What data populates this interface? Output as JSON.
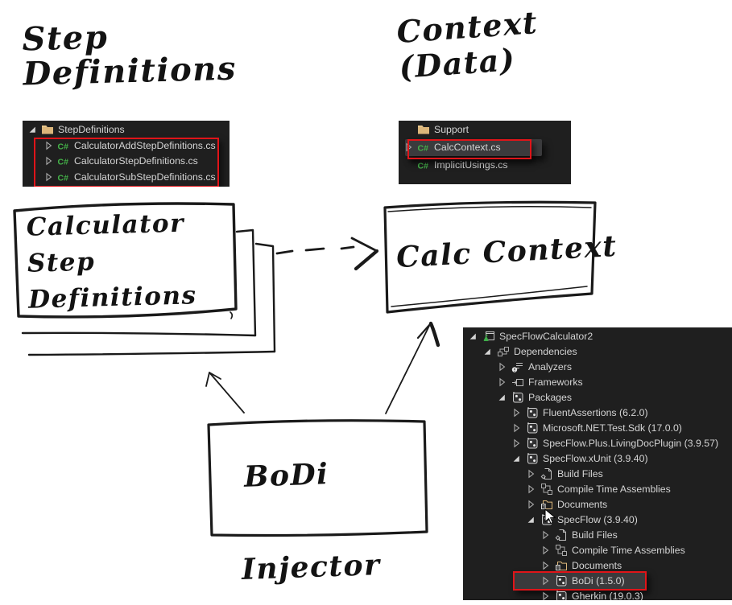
{
  "annotations": {
    "step_definitions_label": {
      "line1": "Step",
      "line2": "Definitions"
    },
    "context_label": {
      "line1": "Context",
      "line2": "(Data)"
    },
    "calculator_box": {
      "line1": "Calculator",
      "line2": "Step",
      "line3": "Definitions"
    },
    "calc_context_box": {
      "text": "Calc Context"
    },
    "bodi_box": {
      "text": "BoDi"
    },
    "injector_label": {
      "text": "Injector"
    }
  },
  "stepdefinitions_panel": {
    "rows": [
      {
        "label": "StepDefinitions",
        "icon": "folder",
        "expander": "expanded",
        "indent": 0
      },
      {
        "label": "CalculatorAddStepDefinitions.cs",
        "icon": "csharp",
        "expander": "collapsed",
        "indent": 1
      },
      {
        "label": "CalculatorStepDefinitions.cs",
        "icon": "csharp",
        "expander": "collapsed",
        "indent": 1
      },
      {
        "label": "CalculatorSubStepDefinitions.cs",
        "icon": "csharp",
        "expander": "collapsed",
        "indent": 1
      }
    ]
  },
  "support_panel": {
    "rows": [
      {
        "label": "Support",
        "icon": "folder",
        "expander": "none",
        "indent": 1
      },
      {
        "label": "CalcContext.cs",
        "icon": "csharp",
        "expander": "collapsed",
        "indent": 1,
        "selected": true
      },
      {
        "label": "ImplicitUsings.cs",
        "icon": "csharp",
        "expander": "none",
        "indent": 1
      }
    ]
  },
  "solution_explorer": {
    "rows": [
      {
        "label": "SpecFlowCalculator2",
        "icon": "test-project",
        "expander": "expanded",
        "indent": 0
      },
      {
        "label": "Dependencies",
        "icon": "dependencies",
        "expander": "expanded",
        "indent": 1
      },
      {
        "label": "Analyzers",
        "icon": "analyzers",
        "expander": "collapsed",
        "indent": 2
      },
      {
        "label": "Frameworks",
        "icon": "frameworks",
        "expander": "collapsed",
        "indent": 2
      },
      {
        "label": "Packages",
        "icon": "package",
        "expander": "expanded",
        "indent": 2
      },
      {
        "label": "FluentAssertions (6.2.0)",
        "icon": "package",
        "expander": "collapsed",
        "indent": 3
      },
      {
        "label": "Microsoft.NET.Test.Sdk (17.0.0)",
        "icon": "package",
        "expander": "collapsed",
        "indent": 3
      },
      {
        "label": "SpecFlow.Plus.LivingDocPlugin (3.9.57)",
        "icon": "package",
        "expander": "collapsed",
        "indent": 3
      },
      {
        "label": "SpecFlow.xUnit (3.9.40)",
        "icon": "package",
        "expander": "expanded",
        "indent": 3
      },
      {
        "label": "Build Files",
        "icon": "build-files",
        "expander": "collapsed",
        "indent": 4
      },
      {
        "label": "Compile Time Assemblies",
        "icon": "assemblies",
        "expander": "collapsed",
        "indent": 4
      },
      {
        "label": "Documents",
        "icon": "documents",
        "expander": "collapsed",
        "indent": 4
      },
      {
        "label": "SpecFlow (3.9.40)",
        "icon": "package",
        "expander": "expanded",
        "indent": 4,
        "cursor": true
      },
      {
        "label": "Build Files",
        "icon": "build-files",
        "expander": "collapsed",
        "indent": 5
      },
      {
        "label": "Compile Time Assemblies",
        "icon": "assemblies",
        "expander": "collapsed",
        "indent": 5
      },
      {
        "label": "Documents",
        "icon": "documents",
        "expander": "collapsed",
        "indent": 5
      },
      {
        "label": "BoDi (1.5.0)",
        "icon": "package",
        "expander": "collapsed",
        "indent": 5,
        "selected": true,
        "redbox": true
      },
      {
        "label": "Gherkin (19.0.3)",
        "icon": "package",
        "expander": "collapsed",
        "indent": 5,
        "partial": true
      }
    ]
  },
  "colors": {
    "annotation_red": "#e01419",
    "panel_background": "#1f1f1f",
    "tree_text": "#d4d4d4",
    "folder_icon": "#dcb67a",
    "csharp_green": "#44b449",
    "selection_background": "#3b3b3d",
    "ink": "#1a1a1a"
  }
}
